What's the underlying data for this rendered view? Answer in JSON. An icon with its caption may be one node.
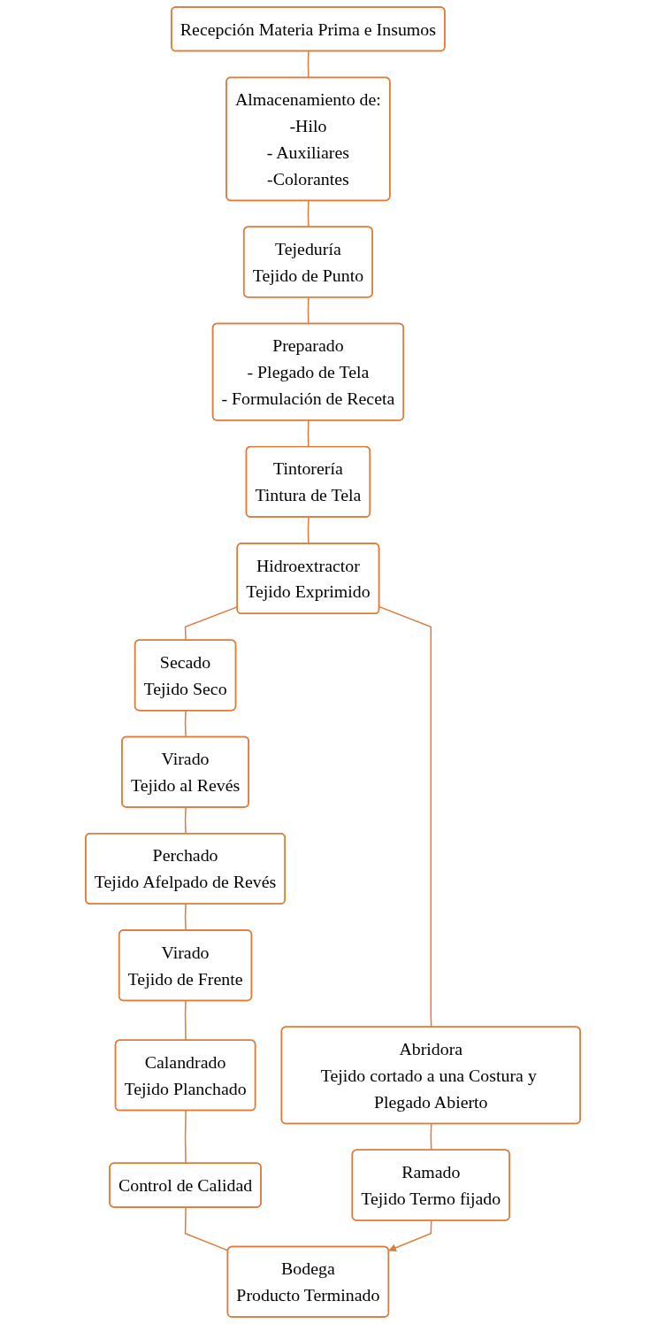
{
  "diagram": {
    "nodes": [
      {
        "text": [
          "Recepción Materia Prima e Insumos"
        ]
      },
      {
        "text": [
          "Almacenamiento de:",
          "-Hilo",
          "- Auxiliares",
          "-Colorantes"
        ]
      },
      {
        "text": [
          "Tejeduría",
          "Tejido de Punto"
        ]
      },
      {
        "text": [
          "Preparado",
          "- Plegado de Tela",
          "- Formulación de Receta"
        ]
      },
      {
        "text": [
          "Tintorería",
          "Tintura de Tela"
        ]
      },
      {
        "text": [
          "Hidroextractor",
          "Tejido Exprimido"
        ]
      },
      {
        "text": [
          "Abridora",
          "Tejido cortado a una Costura y Plegado Abierto"
        ]
      },
      {
        "text": [
          "Secado",
          "Tejido Seco"
        ]
      },
      {
        "text": [
          "Ramado",
          "Tejido Termo fijado"
        ]
      },
      {
        "text": [
          "Virado",
          "Tejido al Revés"
        ]
      },
      {
        "text": [
          "Perchado",
          "Tejido Afelpado de Revés"
        ]
      },
      {
        "text": [
          "Virado",
          "Tejido de Frente"
        ]
      },
      {
        "text": [
          "Calandrado",
          "Tejido Planchado"
        ]
      },
      {
        "text": [
          "Control de Calidad"
        ]
      },
      {
        "text": [
          "Bodega",
          "Producto Terminado"
        ]
      }
    ],
    "edges": [
      {
        "from": 0,
        "to": 1,
        "arrow": "none"
      },
      {
        "from": 1,
        "to": 2,
        "arrow": "none"
      },
      {
        "from": 2,
        "to": 3,
        "arrow": "none"
      },
      {
        "from": 3,
        "to": 4,
        "arrow": "none"
      },
      {
        "from": 4,
        "to": 5,
        "arrow": "none"
      },
      {
        "from": 5,
        "to": 6,
        "arrow": "none"
      },
      {
        "from": 5,
        "to": 7,
        "arrow": "none"
      },
      {
        "from": 6,
        "to": 8,
        "arrow": "none"
      },
      {
        "from": 7,
        "to": 9,
        "arrow": "none"
      },
      {
        "from": 9,
        "to": 10,
        "arrow": "none"
      },
      {
        "from": 10,
        "to": 11,
        "arrow": "none"
      },
      {
        "from": 11,
        "to": 12,
        "arrow": "none"
      },
      {
        "from": 12,
        "to": 13,
        "arrow": "none"
      },
      {
        "from": 13,
        "to": 14,
        "arrow": "none"
      },
      {
        "from": 8,
        "to": 14,
        "arrow": "to"
      }
    ]
  }
}
